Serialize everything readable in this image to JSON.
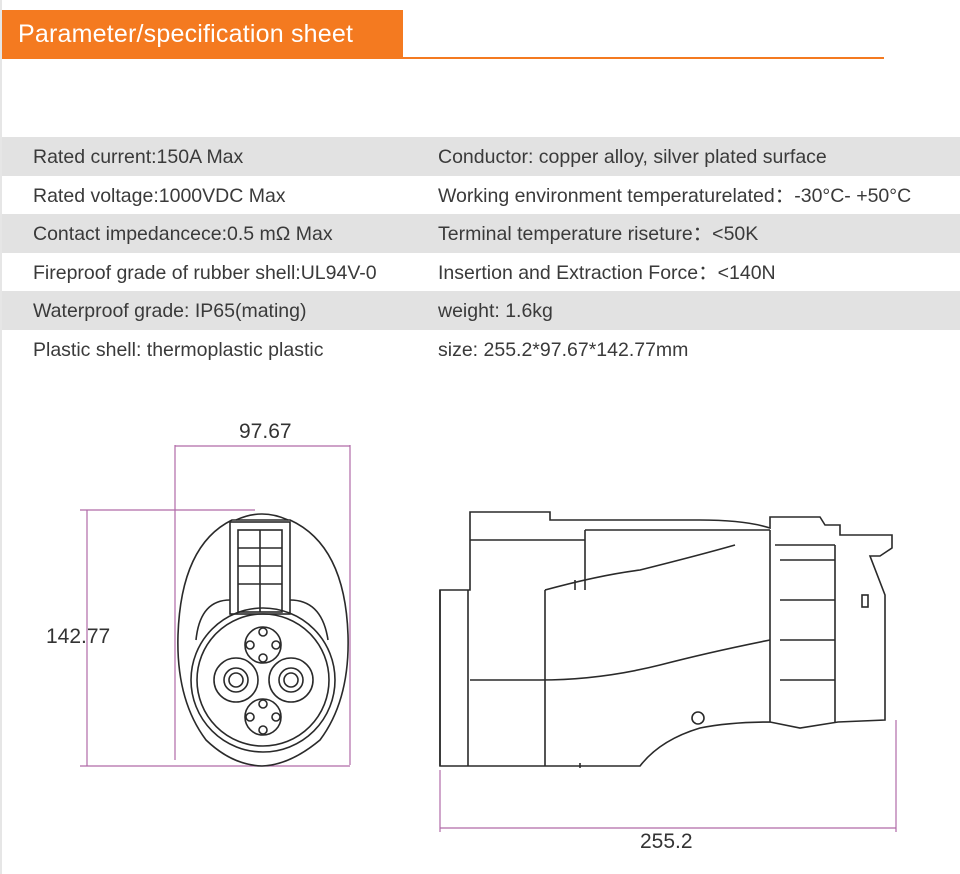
{
  "header": {
    "title": "Parameter/specification sheet"
  },
  "specs": [
    {
      "left": "Rated current:150A Max",
      "right": "Conductor: copper alloy, silver plated surface"
    },
    {
      "left": "Rated voltage:1000VDC Max",
      "right": "Working environment temperaturelated：-30°C- +50°C"
    },
    {
      "left": "Contact impedancece:0.5 mΩ Max",
      "right": "Terminal temperature riseture：<50K"
    },
    {
      "left": "Fireproof grade of rubber shell:UL94V-0",
      "right": "Insertion and Extraction Force：<140N"
    },
    {
      "left": "Waterproof grade: IP65(mating)",
      "right": "weight: 1.6kg"
    },
    {
      "left": "Plastic shell: thermoplastic plastic",
      "right": "size: 255.2*97.67*142.77mm"
    }
  ],
  "dimensions": {
    "front_width": "97.67",
    "front_height": "142.77",
    "side_length": "255.2"
  },
  "colors": {
    "accent": "#f47a20",
    "dimension_line": "#b06aa8",
    "row_shade": "#e2e2e2"
  }
}
